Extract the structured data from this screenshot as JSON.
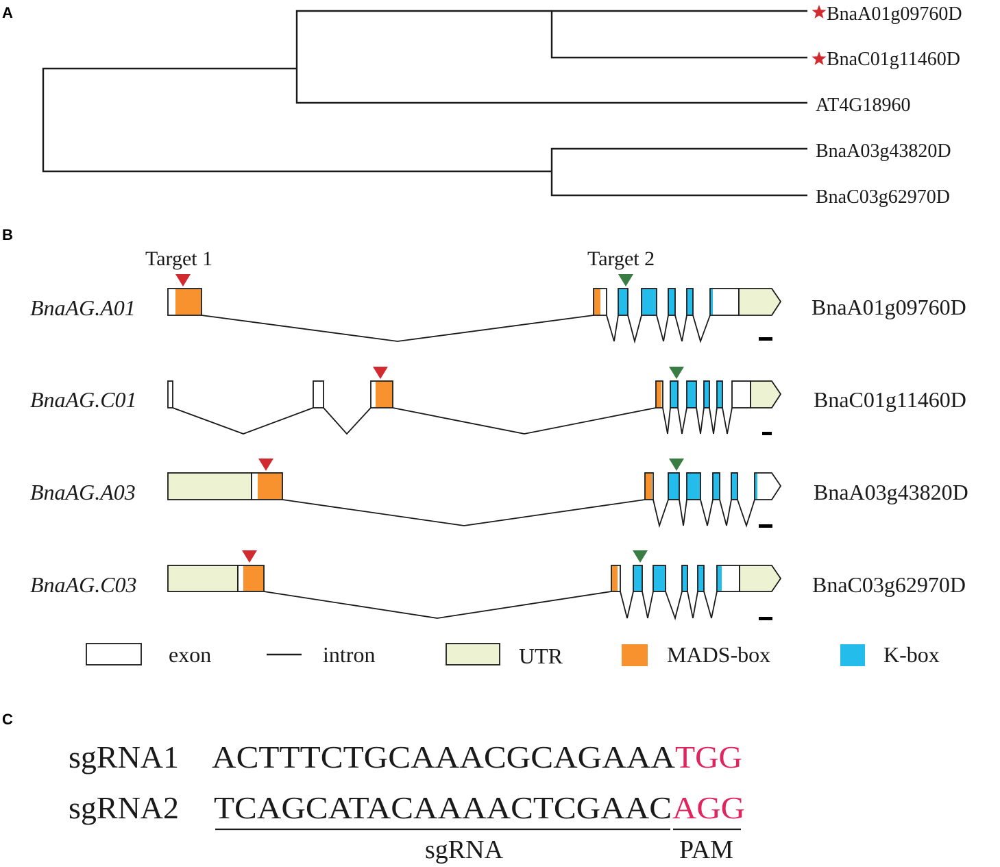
{
  "panels": {
    "a": "A",
    "b": "B",
    "c": "C"
  },
  "colors": {
    "mads_box": "#F7922E",
    "k_box": "#24BDEB",
    "utr": "#EDF2D2",
    "exon": "#FFFFFF",
    "outline": "#1A1A1A",
    "star": "#D12A2F",
    "target1_marker": "#D12A2F",
    "target2_marker": "#3A7D44",
    "pam": "#E0245E"
  },
  "tree": {
    "leaves": [
      {
        "label": "BnaA01g09760D",
        "starred": true
      },
      {
        "label": "BnaC01g11460D",
        "starred": true
      },
      {
        "label": "AT4G18960",
        "starred": false
      },
      {
        "label": "BnaA03g43820D",
        "starred": false
      },
      {
        "label": "BnaC03g62970D",
        "starred": false
      }
    ]
  },
  "gene_structure": {
    "target_labels": {
      "target1": "Target 1",
      "target2": "Target 2"
    },
    "genes": [
      {
        "name": "BnaAG.A01",
        "id": "BnaA01g09760D"
      },
      {
        "name": "BnaAG.C01",
        "id": "BnaC01g11460D"
      },
      {
        "name": "BnaAG.A03",
        "id": "BnaA03g43820D"
      },
      {
        "name": "BnaAG.C03",
        "id": "BnaC03g62970D"
      }
    ],
    "legend": {
      "exon": "exon",
      "intron": "intron",
      "utr": "UTR",
      "mads_box": "MADS-box",
      "k_box": "K-box"
    }
  },
  "sgrna": {
    "rows": [
      {
        "label": "sgRNA1",
        "sequence": "ACTTTCTGCAAACGCAGAAA",
        "pam": "TGG"
      },
      {
        "label": "sgRNA2",
        "sequence": "TCAGCATACAAAACTCGAAC",
        "pam": "AGG"
      }
    ],
    "sgrna_caption": "sgRNA",
    "pam_caption": "PAM"
  }
}
